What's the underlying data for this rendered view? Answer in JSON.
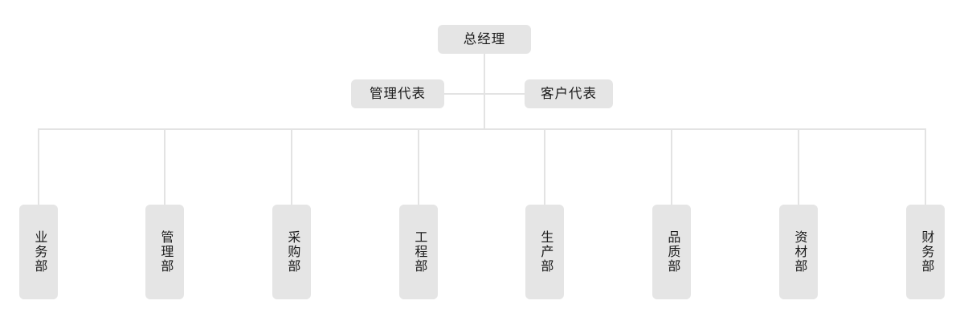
{
  "diagram": {
    "type": "organization-chart",
    "title": "",
    "background_color": "#ffffff",
    "node_fill_color": "#e5e5e5",
    "node_text_color": "#1a1a1a",
    "connector_color": "#e3e3e3",
    "root": {
      "label": "总经理"
    },
    "representatives": [
      {
        "label": "管理代表"
      },
      {
        "label": "客户代表"
      }
    ],
    "departments": [
      {
        "label": "业务部"
      },
      {
        "label": "管理部"
      },
      {
        "label": "采购部"
      },
      {
        "label": "工程部"
      },
      {
        "label": "生产部"
      },
      {
        "label": "品质部"
      },
      {
        "label": "资材部"
      },
      {
        "label": "财务部"
      }
    ]
  }
}
